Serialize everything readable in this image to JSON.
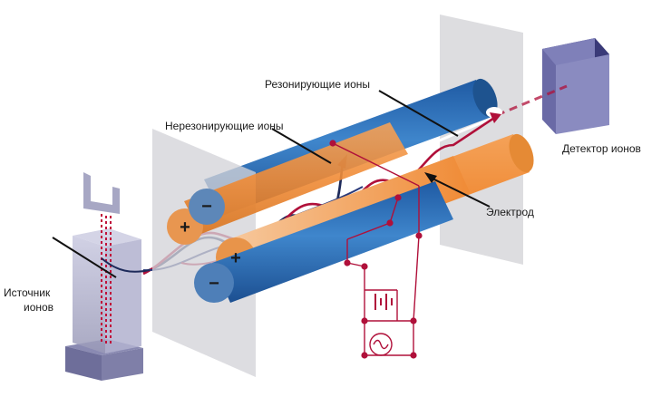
{
  "labels": {
    "resonant_ions": "Резонирующие ионы",
    "nonresonant_ions": "Нерезонирующие ионы",
    "ion_detector": "Детектор ионов",
    "electrode": "Электрод",
    "ion_source_line1": "Источник",
    "ion_source_line2": "ионов"
  },
  "rods": {
    "positive_sign": "+",
    "negative_sign": "−"
  },
  "colors": {
    "blue_rod": "#2e6db5",
    "orange_rod": "#f08a3a",
    "ion_path_red": "#b0103a",
    "ion_path_dark": "#1d2a5a",
    "circuit": "#b0103a",
    "plate": "#d8d8dc",
    "detector": "#7e7fb8"
  }
}
